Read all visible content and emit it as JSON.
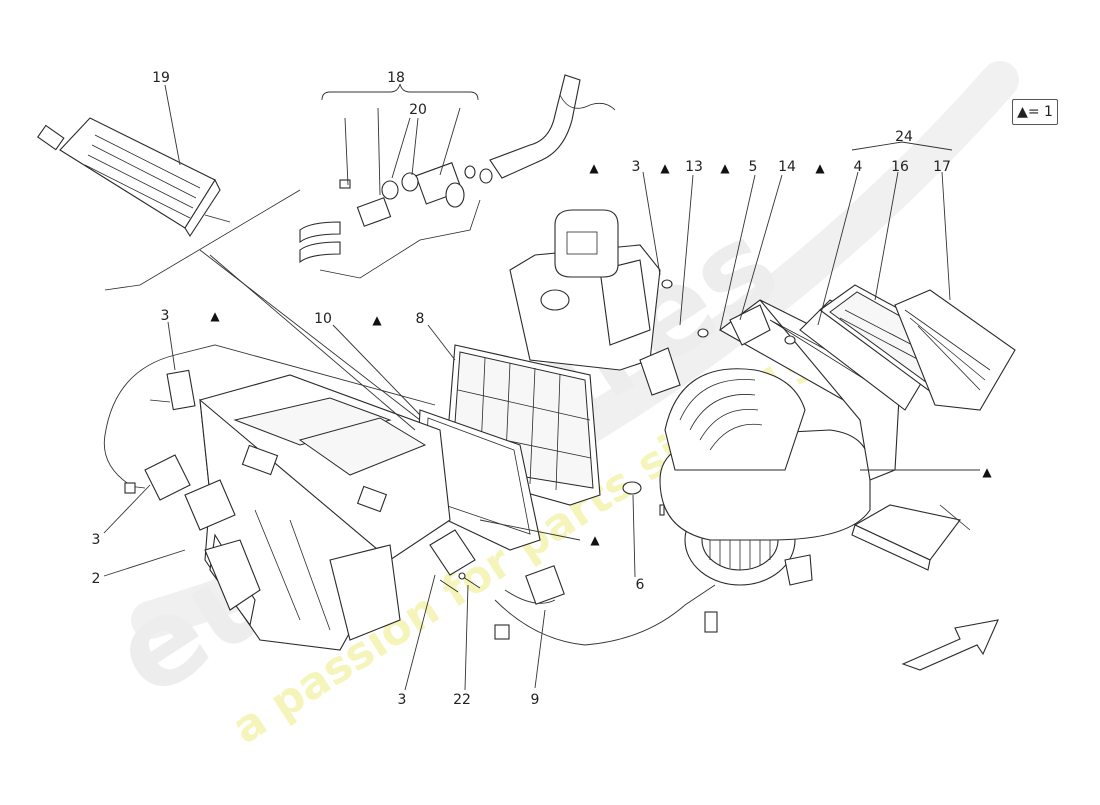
{
  "legend": {
    "text": "▲= 1"
  },
  "triangle_marker": "▲",
  "callouts": {
    "c19": "19",
    "c18": "18",
    "c20": "20",
    "c24": "24",
    "c3_top": "3",
    "c13": "13",
    "c5": "5",
    "c14": "14",
    "c4": "4",
    "c16": "16",
    "c17": "17",
    "c10": "10",
    "c8": "8",
    "c3_left_top": "3",
    "c3_left_bottom": "3",
    "c2": "2",
    "c6": "6",
    "c3_bottom": "3",
    "c22": "22",
    "c9": "9"
  },
  "watermark": {
    "brand": "eurospares",
    "tagline": "a passion for parts since 1985"
  },
  "colors": {
    "line": "#2a2a2a",
    "watermark_text": "#ededed",
    "watermark_tagline": "#f3f3b0"
  }
}
